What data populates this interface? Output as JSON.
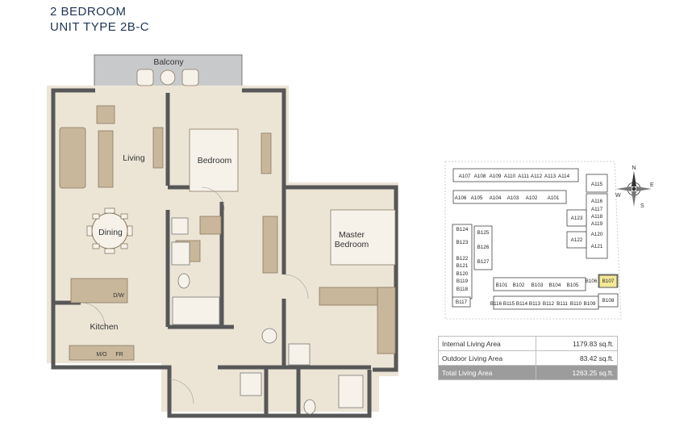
{
  "header": {
    "line1": "2 BEDROOM",
    "line2": "UNIT TYPE 2B-C"
  },
  "rooms": {
    "balcony": "Balcony",
    "living": "Living",
    "bedroom": "Bedroom",
    "dining": "Dining",
    "master_line1": "Master",
    "master_line2": "Bedroom",
    "kitchen": "Kitchen",
    "dw": "D/W",
    "mo": "M/O",
    "fr": "FR"
  },
  "compass": {
    "n": "N",
    "e": "E",
    "s": "S",
    "w": "W"
  },
  "site_units": [
    {
      "id": "A107",
      "u": "A107"
    },
    {
      "id": "A108",
      "u": "A108"
    },
    {
      "id": "A109",
      "u": "A109"
    },
    {
      "id": "A110",
      "u": "A110"
    },
    {
      "id": "A111",
      "u": "A111"
    },
    {
      "id": "A112",
      "u": "A112"
    },
    {
      "id": "A113",
      "u": "A113"
    },
    {
      "id": "A114",
      "u": "A114"
    },
    {
      "id": "A115",
      "u": "A115"
    },
    {
      "id": "A106",
      "u": "A106"
    },
    {
      "id": "A105",
      "u": "A105"
    },
    {
      "id": "A104",
      "u": "A104"
    },
    {
      "id": "A103",
      "u": "A103"
    },
    {
      "id": "A102",
      "u": "A102"
    },
    {
      "id": "A101",
      "u": "A101"
    },
    {
      "id": "A116",
      "u": "A116"
    },
    {
      "id": "A117",
      "u": "A117"
    },
    {
      "id": "A118",
      "u": "A118"
    },
    {
      "id": "A119",
      "u": "A119"
    },
    {
      "id": "A123",
      "u": "A123"
    },
    {
      "id": "A120",
      "u": "A120"
    },
    {
      "id": "A122",
      "u": "A122"
    },
    {
      "id": "A121",
      "u": "A121"
    },
    {
      "id": "B124",
      "u": "B124"
    },
    {
      "id": "B125",
      "u": "B125"
    },
    {
      "id": "B123",
      "u": "B123"
    },
    {
      "id": "B126",
      "u": "B126"
    },
    {
      "id": "B122",
      "u": "B122"
    },
    {
      "id": "B127",
      "u": "B127"
    },
    {
      "id": "B121",
      "u": "B121"
    },
    {
      "id": "B120",
      "u": "B120"
    },
    {
      "id": "B119",
      "u": "B119"
    },
    {
      "id": "B118",
      "u": "B118"
    },
    {
      "id": "B117",
      "u": "B117"
    },
    {
      "id": "B101",
      "u": "B101"
    },
    {
      "id": "B102",
      "u": "B102"
    },
    {
      "id": "B103",
      "u": "B103"
    },
    {
      "id": "B104",
      "u": "B104"
    },
    {
      "id": "B105",
      "u": "B105"
    },
    {
      "id": "B106",
      "u": "B106"
    },
    {
      "id": "B107",
      "u": "B107"
    },
    {
      "id": "B116",
      "u": "B116"
    },
    {
      "id": "B115",
      "u": "B115"
    },
    {
      "id": "B114",
      "u": "B114"
    },
    {
      "id": "B113",
      "u": "B113"
    },
    {
      "id": "B112",
      "u": "B112"
    },
    {
      "id": "B111",
      "u": "B111"
    },
    {
      "id": "B110",
      "u": "B110"
    },
    {
      "id": "B109",
      "u": "B109"
    },
    {
      "id": "B108",
      "u": "B108"
    }
  ],
  "highlight_unit": "B107",
  "colors": {
    "floor": "#ece5d6",
    "wall": "#575757",
    "furniture": "#c9b79b",
    "balcony": "#c8c9ca",
    "highlight": "#f4ea96",
    "title": "#1f3554"
  },
  "areas": [
    {
      "label": "Internal Living Area",
      "value": "1179.83 sq.ft."
    },
    {
      "label": "Outdoor Living Area",
      "value": "83.42 sq.ft."
    },
    {
      "label": "Total Living Area",
      "value": "1263.25 sq.ft."
    }
  ]
}
